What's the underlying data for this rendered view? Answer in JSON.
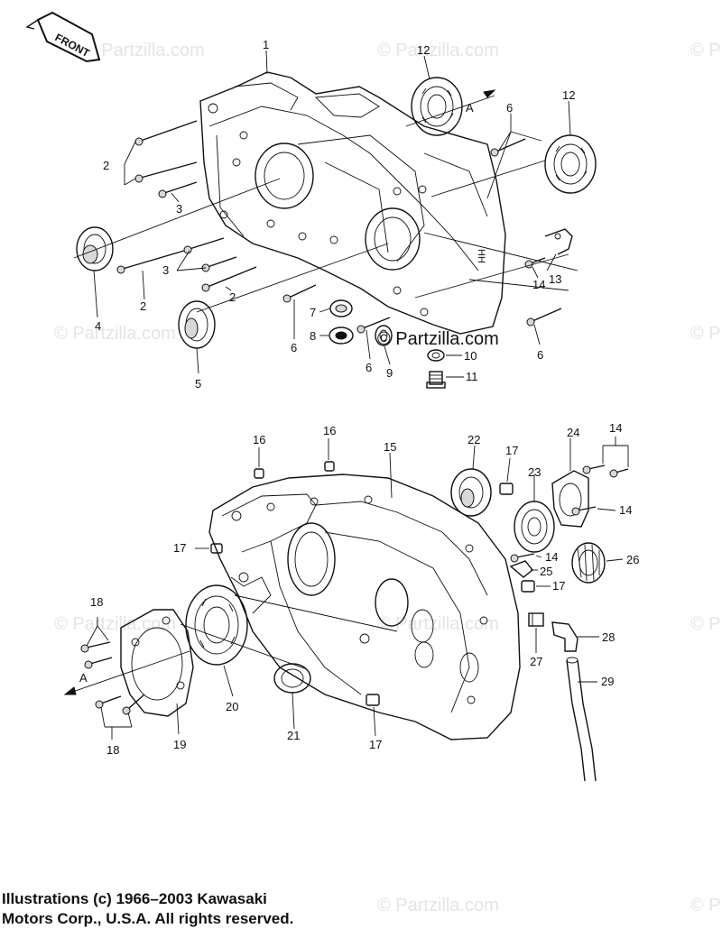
{
  "front_badge": "FRONT",
  "watermarks": {
    "main": "© Partzilla.com",
    "inline": "© Partzilla.com",
    "prefix": "© P"
  },
  "callouts": {
    "c1": "1",
    "c2a": "2",
    "c2b": "2",
    "c2c": "2",
    "c3a": "3",
    "c3b": "3",
    "c4": "4",
    "c5": "5",
    "c6a": "6",
    "c6b": "6",
    "c6c": "6",
    "c6d": "6",
    "c7": "7",
    "c8": "8",
    "c9": "9",
    "c10": "10",
    "c11": "11",
    "c12a": "12",
    "c12b": "12",
    "c13": "13",
    "c14a": "14",
    "c14b": "14",
    "c14c": "14",
    "c14d": "14",
    "c15": "15",
    "c16a": "16",
    "c16b": "16",
    "c17a": "17",
    "c17b": "17",
    "c17c": "17",
    "c17d": "17",
    "c18a": "18",
    "c18b": "18",
    "c19": "19",
    "c20": "20",
    "c21": "21",
    "c22": "22",
    "c23": "23",
    "c24": "24",
    "c25": "25",
    "c26": "26",
    "c27": "27",
    "c28": "28",
    "c29": "29",
    "ref_a_top": "A",
    "ref_a_bottom": "A",
    "casting_mark": "HH"
  },
  "copyright": {
    "line1": "Illustrations (c) 1966–2003 Kawasaki",
    "line2": "Motors Corp., U.S.A.  All rights reserved."
  }
}
